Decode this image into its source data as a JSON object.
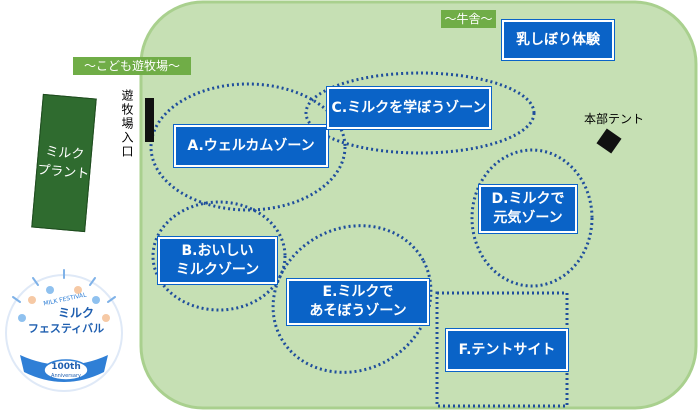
{
  "tags": {
    "barn": "〜牛舎〜",
    "kids_ranch": "〜こども遊牧場〜"
  },
  "zones": {
    "milking": "乳しぼり体験",
    "welcome": "A.ウェルカムゾーン",
    "learn": "C.ミルクを学ぼうゾーン",
    "tasty": "B.おいしい\nミルクゾーン",
    "play": "E.ミルクで\nあそぼうゾーン",
    "energy": "D.ミルクで\n元気ゾーン",
    "tent": "F.テントサイト"
  },
  "entrance": "遊牧場入口",
  "headquarters": "本部テント",
  "plant": "ミルク\nプラント",
  "logo": {
    "title_line1": "ミルク",
    "title_line2": "フェスティバル",
    "subtitle": "MILK FESTIVAL",
    "badge": "100th",
    "badge_sub": "Anniversary"
  },
  "colors": {
    "field": "#c6e0b4",
    "field_border": "#a9d08e",
    "zone": "#0a63c7",
    "tag": "#70ad47",
    "plant": "#2f6b2f",
    "outline": "#1f4e9c"
  }
}
